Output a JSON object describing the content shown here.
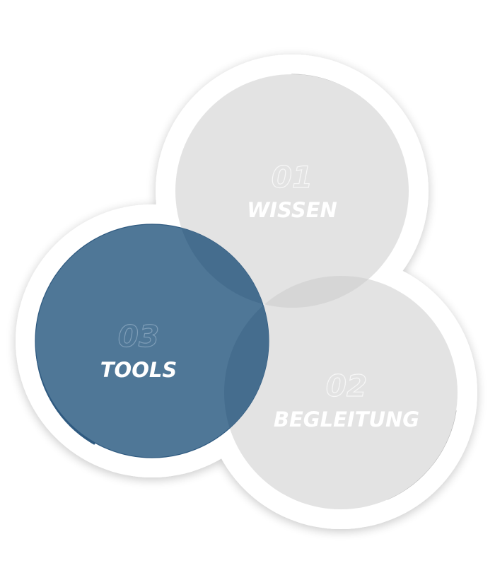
{
  "segments": {
    "wissen": {
      "number": "01",
      "label": "WISSEN"
    },
    "begleitung": {
      "number": "02",
      "label": "BEGLEITUNG"
    },
    "tools": {
      "number": "03",
      "label": "TOOLS"
    }
  },
  "colors": {
    "background": "#ffffff",
    "ring": "#ffffff",
    "inactive_fill": "#e3e3e3",
    "active_fill": "#4f7797",
    "active_edge": "#2f5a80",
    "arc": "#b5b5b5",
    "number_outline_inactive": "#f7f7f7",
    "number_outline_active": "#7f9eb8",
    "label": "#ffffff"
  }
}
